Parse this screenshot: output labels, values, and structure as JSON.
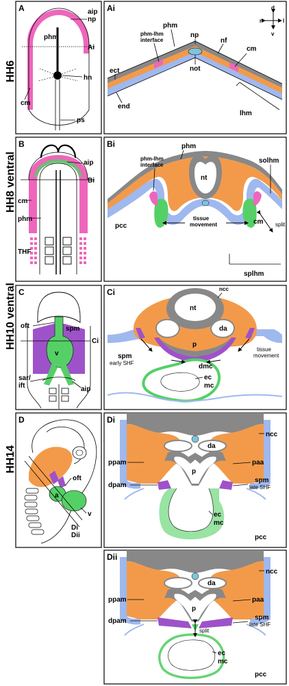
{
  "colors": {
    "orange": "#f39a4a",
    "pink": "#ee66bb",
    "green": "#55d066",
    "purple": "#9e52c9",
    "grey": "#888888",
    "blue": "#9fb8ee",
    "lblue": "#7fc4dc"
  },
  "stages": {
    "hh6": "HH6",
    "hh8": "HH8 ventral",
    "hh10": "HH10 ventral",
    "hh14": "HH14"
  },
  "panels": {
    "A": {
      "letter": "A",
      "aip": "aip",
      "np": "np",
      "phm": "phm",
      "ai": "Ai",
      "cm": "cm",
      "hn": "hn",
      "ps": "ps"
    },
    "Ai": {
      "letter": "Ai",
      "phm": "phm",
      "interface1": "phm-lhm",
      "interface2": "interface",
      "np": "np",
      "nf": "nf",
      "cm": "cm",
      "ect": "ect",
      "not": "not",
      "end": "end",
      "lhm": "lhm",
      "d": "d",
      "v": "v",
      "r": "r",
      "l": "l"
    },
    "B": {
      "letter": "B",
      "aip": "aip",
      "bi": "Bi",
      "cm": "cm",
      "phm": "phm",
      "thf": "THF"
    },
    "Bi": {
      "letter": "Bi",
      "phm": "phm",
      "interface1": "phm-lhm",
      "interface2": "interface",
      "nt": "nt",
      "solhm": "solhm",
      "pcc": "pcc",
      "tissue": "tissue",
      "movement": "movement",
      "cm": "cm",
      "split": "split",
      "splhm": "splhm"
    },
    "C": {
      "letter": "C",
      "oft": "oft",
      "spm": "spm",
      "ci": "Ci",
      "v": "v",
      "sar": "sar/",
      "ift": "ift",
      "aip": "aip"
    },
    "Ci": {
      "letter": "Ci",
      "ncc": "ncc",
      "nt": "nt",
      "da": "da",
      "spm": "spm",
      "early": "early SHF",
      "p": "p",
      "tissue": "tissue",
      "movement": "movement",
      "dmc": "dmc",
      "ec": "ec",
      "mc": "mc"
    },
    "D": {
      "letter": "D",
      "oft": "oft",
      "a": "a",
      "v": "v",
      "di": "Di",
      "dii": "Dii"
    },
    "Di": {
      "letter": "Di",
      "ncc": "ncc",
      "da": "da",
      "ppam": "ppam",
      "p": "p",
      "paa": "paa",
      "dpam": "dpam",
      "spm": "spm",
      "late": "late SHF",
      "ec": "ec",
      "mc": "mc",
      "pcc": "pcc"
    },
    "Dii": {
      "letter": "Dii",
      "ncc": "ncc",
      "da": "da",
      "ppam": "ppam",
      "p": "p",
      "paa": "paa",
      "dpam": "dpam",
      "spm": "spm",
      "late": "late SHF",
      "split": "split",
      "ec": "ec",
      "mc": "mc",
      "pcc": "pcc"
    }
  }
}
